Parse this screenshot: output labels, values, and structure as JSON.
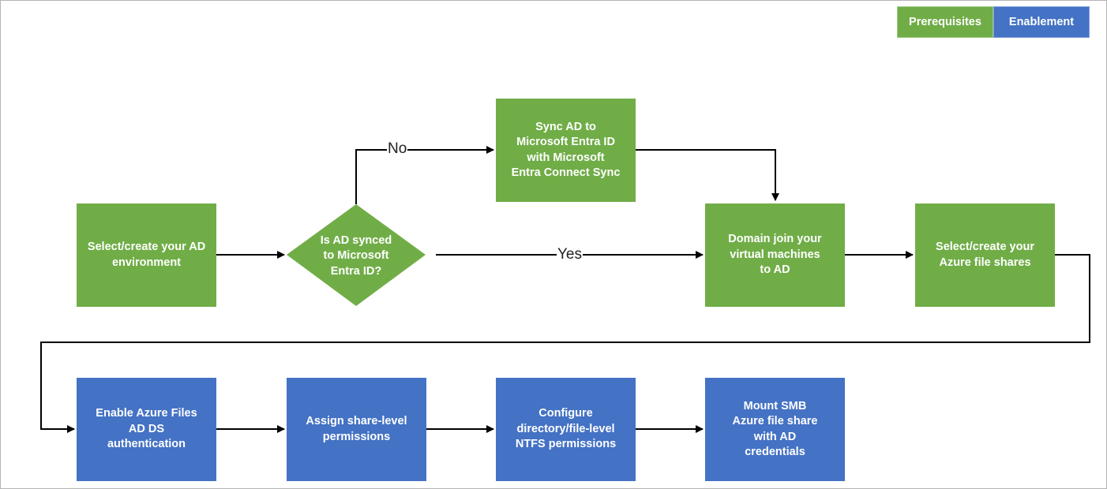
{
  "legend": {
    "prerequisites": "Prerequisites",
    "enablement": "Enablement",
    "prerequisites_color": "#70ad47",
    "enablement_color": "#4472c4"
  },
  "nodes": {
    "select_ad": "Select/create your AD\nenvironment",
    "decision": "Is AD synced\nto Microsoft\nEntra ID?",
    "sync_ad": "Sync AD to\nMicrosoft Entra ID\nwith Microsoft\nEntra Connect Sync",
    "domain_join": "Domain join your\nvirtual machines\nto AD",
    "file_shares": "Select/create your\nAzure file shares",
    "enable_auth": "Enable Azure Files\nAD DS\nauthentication",
    "share_perms": "Assign share-level\npermissions",
    "ntfs_perms": "Configure\ndirectory/file-level\nNTFS permissions",
    "mount": "Mount SMB\nAzure file share\nwith AD\ncredentials"
  },
  "edges": {
    "no": "No",
    "yes": "Yes"
  }
}
